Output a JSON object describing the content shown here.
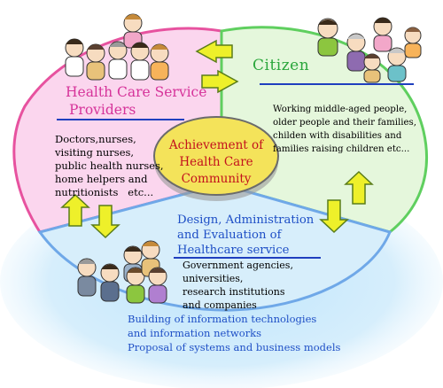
{
  "center": {
    "lines": [
      "Achievement of",
      "Health Care",
      "Community"
    ]
  },
  "providers": {
    "title_lines": [
      "Health Care Service",
      "Providers"
    ],
    "members": [
      "Doctors,nurses,",
      "visiting nurses,",
      "public health nurses,",
      "home helpers and",
      "nutritionists   etc..."
    ]
  },
  "citizen": {
    "title": "Citizen",
    "members": [
      "Working middle-aged people,",
      "older people and their families,",
      "childen with disabilities and",
      "families raising children etc..."
    ]
  },
  "design": {
    "title_lines": [
      "Design, Administration",
      "and Evaluation of",
      "Healthcare service"
    ],
    "members": [
      "Government agencies,",
      "universities,",
      "research institutions",
      "and companies"
    ]
  },
  "footer": {
    "lines": [
      "Building of information technologies",
      "and information networks",
      "Proposal of systems and business models"
    ]
  },
  "colors": {
    "providers_fill": "#fbd6ee",
    "providers_stroke": "#e7529f",
    "citizen_fill": "#e5f7dc",
    "citizen_stroke": "#5fcf5f",
    "design_fill": "#d7eefb",
    "design_stroke": "#6fa8e8",
    "arrow_fill": "#eef02a",
    "arrow_stroke": "#5a7d1a",
    "core_fill": "#f4e35a",
    "core_stroke": "#6b6b6b",
    "underline": "#1f3fbf"
  }
}
